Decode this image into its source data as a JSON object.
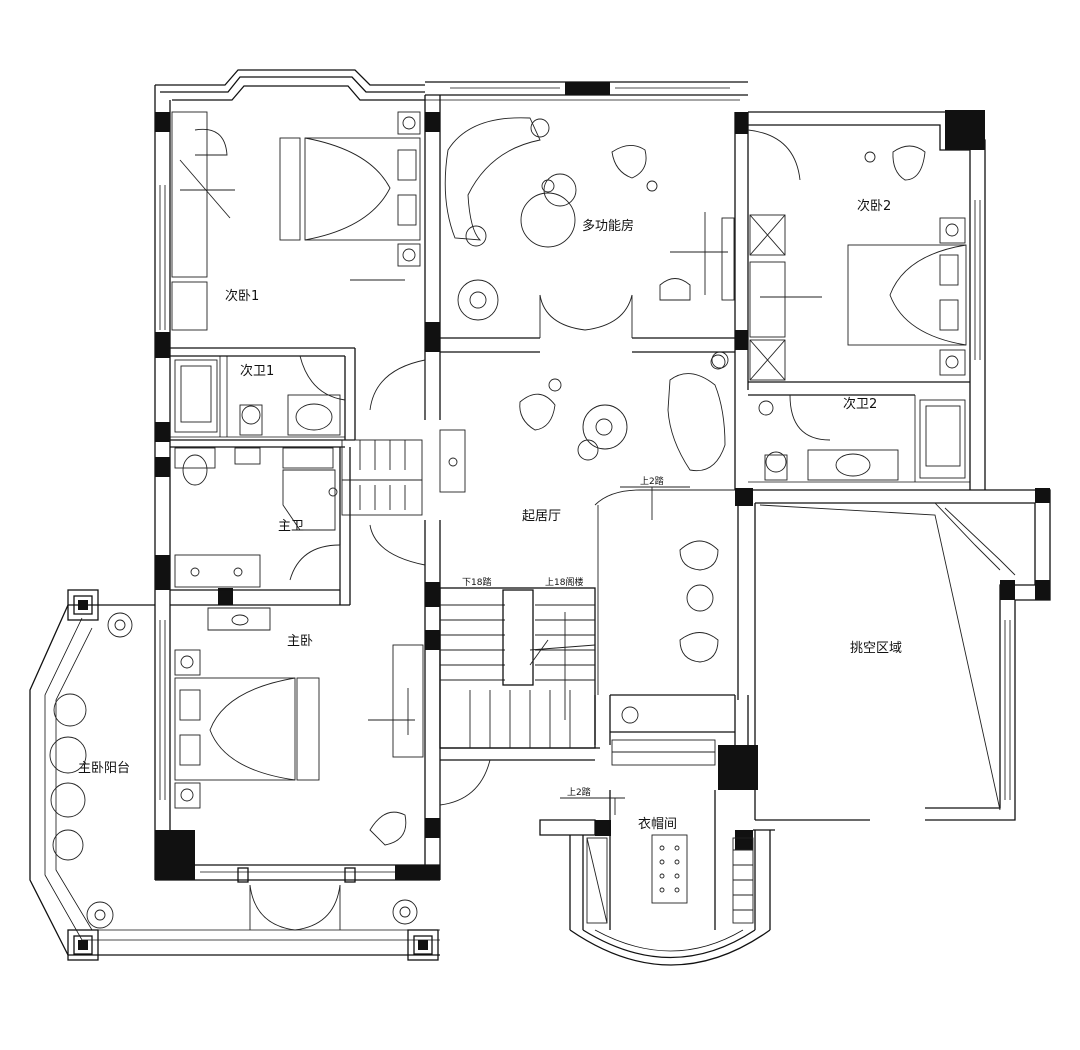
{
  "rooms": {
    "bedroom2_1": "次卧1",
    "bath2_1": "次卫1",
    "multi_room": "多功能房",
    "bedroom2_2": "次卧2",
    "bath2_2": "次卫2",
    "living": "起居厅",
    "master_bath": "主卫",
    "master_bed": "主卧",
    "master_balcony": "主卧阳台",
    "void_area": "挑空区域",
    "cloakroom": "衣帽间"
  },
  "notes": {
    "up2_top": "上2踏",
    "down18": "下18踏",
    "up18_attic": "上18阁楼",
    "up2_bottom": "上2踏"
  }
}
